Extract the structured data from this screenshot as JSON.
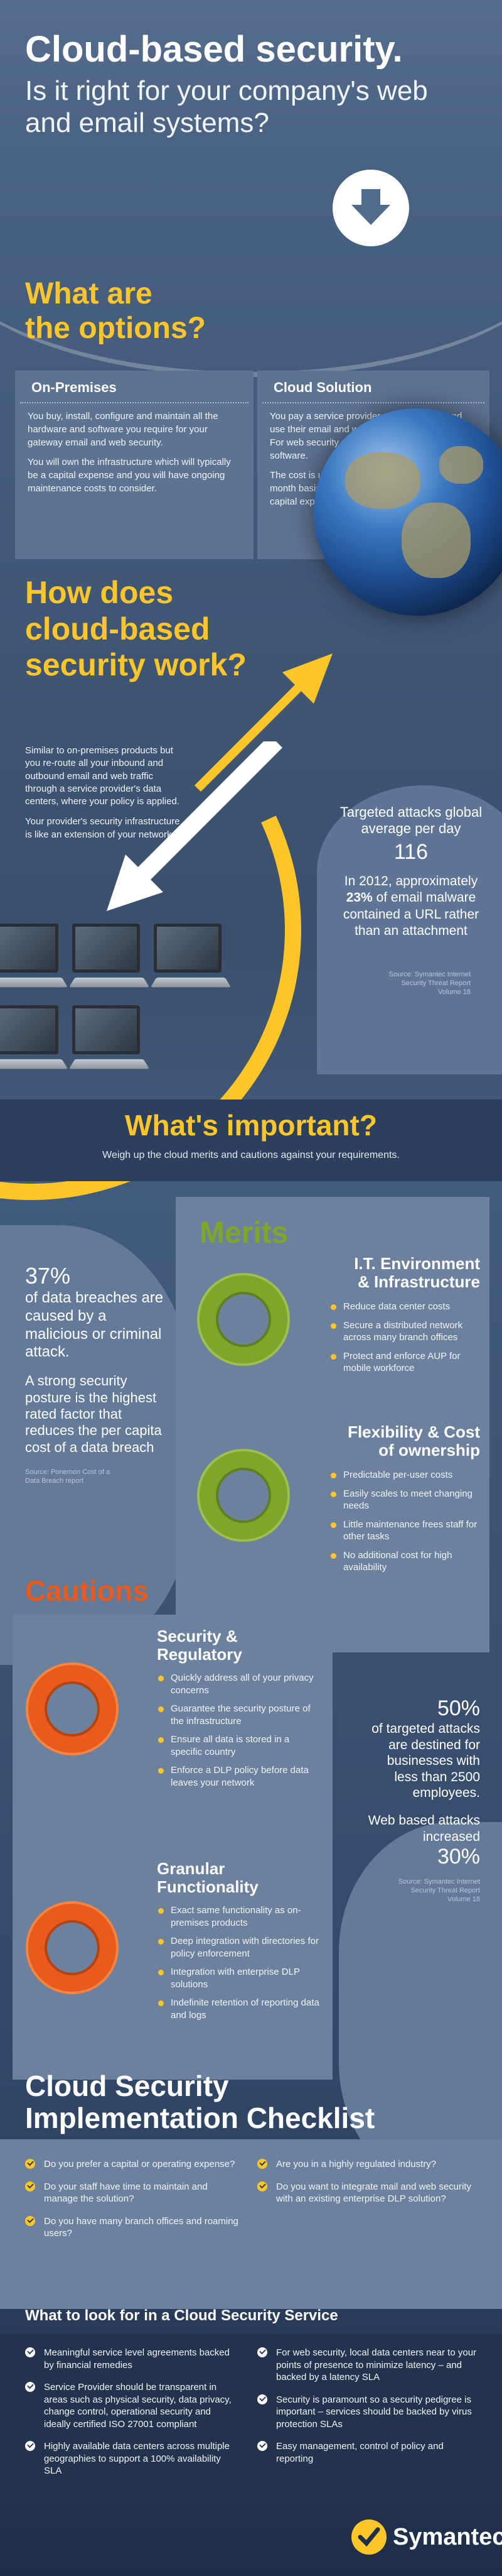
{
  "header": {
    "title": "Cloud-based security.",
    "subtitle": "Is it right for your company's web and email systems?"
  },
  "options": {
    "heading_line1": "What are",
    "heading_line2": "the options?",
    "on_premises": {
      "title": "On-Premises",
      "p1": "You buy, install, configure and maintain all the hardware and software you require for your gateway email and web security.",
      "p2": "You will own the infrastructure which will typically be a capital expense and you will have ongoing maintenance costs to consider."
    },
    "cloud_solution": {
      "title": "Cloud Solution",
      "p1": "You pay a service provider a recurring fee and use their email and web security infrastructure. For web security, you may need to deploy some software.",
      "p2": "The cost is usually quoted on a per-user, per-month basis and you are unlikely to incur any capital expenditure."
    }
  },
  "how": {
    "heading_line1": "How does",
    "heading_line2": "cloud-based",
    "heading_line3": "security work?",
    "p1": "Similar to on-premises products but you re-route all your inbound and outbound email and web traffic through a service provider's data centers, where your policy is applied.",
    "p2": "Your provider's security infrastructure is like an extension of your network.",
    "stat_line1": "Targeted attacks global average per day",
    "stat_value": "116",
    "stat2_pre": "In 2012, approximately",
    "stat2_pct": "23%",
    "stat2_post": "of email malware contained a URL rather than an attachment",
    "source": "Source: Symantec Internet Security Threat Report Volume 18"
  },
  "important": {
    "heading": "What's important?",
    "subheading": "Weigh up the cloud merits and cautions against your requirements."
  },
  "breach": {
    "pct": "37%",
    "text1": "of data breaches are caused by a malicious or criminal attack.",
    "text2": "A strong security posture is the highest rated factor that reduces the per capita cost of a data breach",
    "source": "Source: Ponemon Cost of a Data Breach report"
  },
  "merits": {
    "heading": "Merits",
    "it": {
      "title_line1": "I.T. Environment",
      "title_line2": "& Infrastructure",
      "items": [
        "Reduce data center costs",
        "Secure a distributed network across many branch offices",
        "Protect and enforce AUP for mobile workforce"
      ]
    },
    "flex": {
      "title_line1": "Flexibility & Cost",
      "title_line2": "of ownership",
      "items": [
        "Predictable per-user costs",
        "Easily scales to meet changing needs",
        "Little maintenance frees staff for other tasks",
        "No additional cost for high availability"
      ]
    }
  },
  "cautions": {
    "heading": "Cautions",
    "security": {
      "title_line1": "Security &",
      "title_line2": "Regulatory",
      "items": [
        "Quickly address all of your privacy concerns",
        "Guarantee the security posture of the infrastructure",
        "Ensure all data is stored in a specific country",
        "Enforce a DLP policy before data leaves your network"
      ]
    },
    "granular": {
      "title_line1": "Granular",
      "title_line2": "Functionality",
      "items": [
        "Exact same functionality as on-premises products",
        "Deep integration with directories for policy enforcement",
        "Integration with enterprise DLP solutions",
        "Indefinite retention of reporting data and logs"
      ]
    }
  },
  "attacks": {
    "pct": "50%",
    "text": "of targeted attacks are destined for businesses with less than 2500 employees.",
    "web_text": "Web based attacks increased",
    "web_pct": "30%",
    "source": "Source: Symantec Internet Security Threat Report Volume 18"
  },
  "checklist": {
    "heading_line1": "Cloud Security",
    "heading_line2": "Implementation Checklist",
    "left": [
      "Do you prefer a capital or operating expense?",
      "Do your staff have time to maintain and manage the solution?",
      "Do you have many branch offices and roaming users?"
    ],
    "right": [
      "Are you in a highly regulated industry?",
      "Do you want to integrate mail and web security with an existing enterprise DLP solution?"
    ]
  },
  "service": {
    "heading": "What to look for in a Cloud Security Service",
    "left": [
      "Meaningful service level agreements backed by financial remedies",
      "Service Provider should be transparent in areas such as physical security, data privacy, change control, operational security and ideally certified ISO 27001 compliant",
      "Highly available data centers across multiple geographies to support a 100% availability SLA"
    ],
    "right": [
      "For web security, local data centers near to your points of presence to minimize latency – and backed by a latency SLA",
      "Security is paramount so a security pedigree is important – services should be backed by virus protection SLAs",
      "Easy management, control of policy and reporting"
    ]
  },
  "brand": {
    "name": "Symantec."
  },
  "colors": {
    "accent_yellow": "#ffc629",
    "merit_green": "#7ea72a",
    "caution_orange": "#ea5a1a",
    "background_blue": "#3f5573"
  }
}
